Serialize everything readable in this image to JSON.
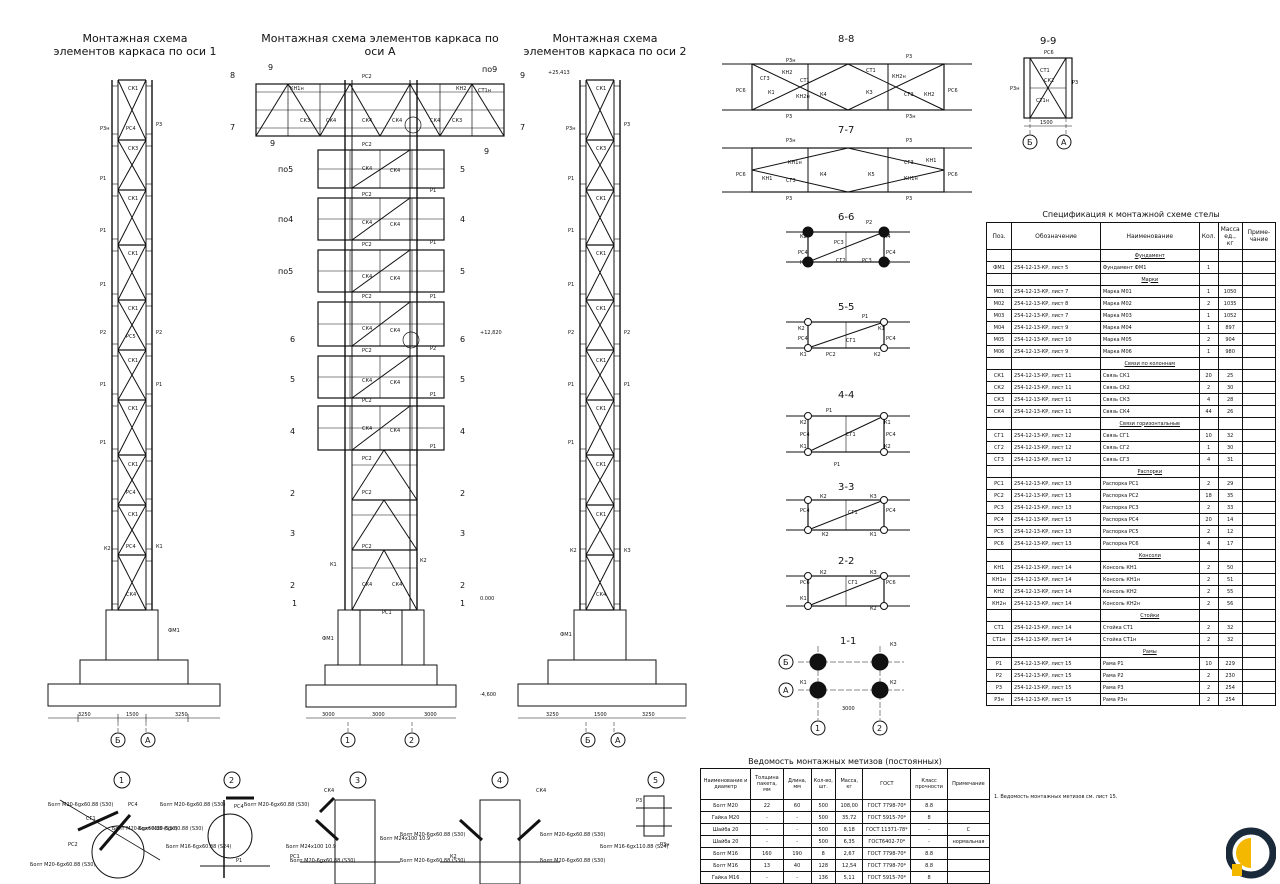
{
  "titles": {
    "axis1": [
      "Монтажная схема",
      "элементов каркаса по оси 1"
    ],
    "axisA": "Монтажная схема элементов каркаса по оси А",
    "axis2": [
      "Монтажная схема",
      "элементов каркаса по оси 2"
    ]
  },
  "sections": [
    "8-8",
    "7-7",
    "6-6",
    "5-5",
    "4-4",
    "3-3",
    "2-2",
    "1-1",
    "9-9"
  ],
  "details": [
    "1",
    "2",
    "3",
    "4",
    "5"
  ],
  "levels": {
    "top": "+25,413",
    "mid": "+12,820",
    "zero": "0.000",
    "bottom": "-4,600"
  },
  "dims": {
    "axis1": [
      "3250",
      "1500",
      "3250"
    ],
    "axisA": [
      "3000",
      "3000",
      "3000"
    ],
    "axis2": [
      "3250",
      "1500",
      "3250"
    ],
    "s99": "1500",
    "s11": "3000"
  },
  "axes": {
    "b": "Б",
    "a": "А",
    "one": "1",
    "two": "2"
  },
  "marks": {
    "ck1": "СК1",
    "ck2": "СК2",
    "ck3": "СК3",
    "ck4": "СК4",
    "p1": "Р1",
    "p2": "Р2",
    "p3": "Р3",
    "p3n": "Р3н",
    "rc1": "РС1",
    "rc2": "РС2",
    "rc3": "РС3",
    "rc4": "РС4",
    "rc5": "РС5",
    "rc6": "РС6",
    "k1": "К1",
    "k2": "К2",
    "k3": "К3",
    "k4": "К4",
    "k5": "К5",
    "kn1": "КН1",
    "kn1n": "КН1н",
    "kn2": "КН2",
    "kn2n": "КН2н",
    "ct1": "СТ1",
    "ct1n": "СТ1н",
    "cg1": "СГ1",
    "cg2": "СГ2",
    "cg3": "СГ3",
    "fm1": "ФМ1",
    "po9": "по9",
    "po5": "по5",
    "po4": "по4"
  },
  "bolt_labels": {
    "b1": "Болт М20-6gх60.88 (S30)",
    "b2": "Болт М16-6gх60.88 (S24)",
    "b3": "Болт М24х100 10.9",
    "b4": "Болт М16-6gх110.88 (S24)"
  },
  "spec": {
    "title": "Спецификация к монтажной схеме стелы",
    "headers": [
      "Поз.",
      "Обозначение",
      "Наименование",
      "Кол.",
      "Масса ед., кг",
      "Приме- чание"
    ],
    "groups": [
      {
        "name": "Фундамент",
        "rows": [
          [
            "ФМ1",
            "254-12-13-КР, лист 5",
            "Фундамент ФМ1",
            "1",
            ""
          ]
        ]
      },
      {
        "name": "Марки",
        "rows": [
          [
            "М01",
            "254-12-13-КР, лист 7",
            "Марка М01",
            "1",
            "1050"
          ],
          [
            "М02",
            "254-12-13-КР, лист 8",
            "Марка М02",
            "2",
            "1035"
          ],
          [
            "М03",
            "254-12-13-КР, лист 7",
            "Марка М03",
            "1",
            "1052"
          ],
          [
            "М04",
            "254-12-13-КР, лист 9",
            "Марка М04",
            "1",
            "897"
          ],
          [
            "М05",
            "254-12-13-КР, лист 10",
            "Марка М05",
            "2",
            "904"
          ],
          [
            "М06",
            "254-12-13-КР, лист 9",
            "Марка М06",
            "1",
            "980"
          ]
        ]
      },
      {
        "name": "Связи по колоннам",
        "rows": [
          [
            "СК1",
            "254-12-13-КР, лист 11",
            "Связь СК1",
            "20",
            "25"
          ],
          [
            "СК2",
            "254-12-13-КР, лист 11",
            "Связь СК2",
            "2",
            "30"
          ],
          [
            "СК3",
            "254-12-13-КР, лист 11",
            "Связь СК3",
            "4",
            "28"
          ],
          [
            "СК4",
            "254-12-13-КР, лист 11",
            "Связь СК4",
            "44",
            "26"
          ]
        ]
      },
      {
        "name": "Связи горизонтальные",
        "rows": [
          [
            "СГ1",
            "254-12-13-КР, лист 12",
            "Связь СГ1",
            "10",
            "32"
          ],
          [
            "СГ2",
            "254-12-13-КР, лист 12",
            "Связь СГ2",
            "1",
            "30"
          ],
          [
            "СГ3",
            "254-12-13-КР, лист 12",
            "Связь СГ3",
            "4",
            "31"
          ]
        ]
      },
      {
        "name": "Распорки",
        "rows": [
          [
            "РС1",
            "254-12-13-КР, лист 13",
            "Распорка РС1",
            "2",
            "29"
          ],
          [
            "РС2",
            "254-12-13-КР, лист 13",
            "Распорка РС2",
            "18",
            "35"
          ],
          [
            "РС3",
            "254-12-13-КР, лист 13",
            "Распорка РС3",
            "2",
            "33"
          ],
          [
            "РС4",
            "254-12-13-КР, лист 13",
            "Распорка РС4",
            "20",
            "14"
          ],
          [
            "РС5",
            "254-12-13-КР, лист 13",
            "Распорка РС5",
            "2",
            "12"
          ],
          [
            "РС6",
            "254-12-13-КР, лист 13",
            "Распорка РС6",
            "4",
            "17"
          ]
        ]
      },
      {
        "name": "Консоли",
        "rows": [
          [
            "КН1",
            "254-12-13-КР, лист 14",
            "Консоль КН1",
            "2",
            "50"
          ],
          [
            "КН1н",
            "254-12-13-КР, лист 14",
            "Консоль КН1н",
            "2",
            "51"
          ],
          [
            "КН2",
            "254-12-13-КР, лист 14",
            "Консоль КН2",
            "2",
            "55"
          ],
          [
            "КН2н",
            "254-12-13-КР, лист 14",
            "Консоль КН2н",
            "2",
            "56"
          ]
        ]
      },
      {
        "name": "Стойки",
        "rows": [
          [
            "СТ1",
            "254-12-13-КР, лист 14",
            "Стойка СТ1",
            "2",
            "32"
          ],
          [
            "СТ1н",
            "254-12-13-КР, лист 14",
            "Стойка СТ1н",
            "2",
            "32"
          ]
        ]
      },
      {
        "name": "Рамы",
        "rows": [
          [
            "Р1",
            "254-12-13-КР, лист 15",
            "Рама Р1",
            "10",
            "229"
          ],
          [
            "Р2",
            "254-12-13-КР, лист 15",
            "Рама Р2",
            "2",
            "230"
          ],
          [
            "Р3",
            "254-12-13-КР, лист 15",
            "Рама Р3",
            "2",
            "254"
          ],
          [
            "Р3н",
            "254-12-13-КР, лист 15",
            "Рама Р3н",
            "2",
            "254"
          ]
        ]
      }
    ]
  },
  "bolts": {
    "title": "Ведомость монтажных метизов (постоянных)",
    "headers": [
      "Наименование и диаметр",
      "Толщина пакета, мм",
      "Длина, мм",
      "Кол-во, шт.",
      "Масса, кг",
      "ГОСТ",
      "Класс прочности",
      "Примечание"
    ],
    "rows": [
      [
        "Болт М20",
        "22",
        "60",
        "500",
        "108,00",
        "ГОСТ 7798-70*",
        "8.8",
        ""
      ],
      [
        "Гайка М20",
        "-",
        "-",
        "500",
        "35,72",
        "ГОСТ 5915-70*",
        "8",
        ""
      ],
      [
        "Шайба 20",
        "-",
        "-",
        "500",
        "8,18",
        "ГОСТ 11371-78*",
        "-",
        "С"
      ],
      [
        "Шайба 20",
        "-",
        "-",
        "500",
        "6,35",
        "ГОСТ6402-70*",
        "-",
        "нормальная"
      ],
      [
        "Болт М16",
        "160",
        "190",
        "8",
        "2,67",
        "ГОСТ 7798-70*",
        "8.8",
        ""
      ],
      [
        "Болт М16",
        "13",
        "40",
        "128",
        "12,54",
        "ГОСТ 7798-70*",
        "8.8",
        ""
      ],
      [
        "Гайка М16",
        "-",
        "-",
        "136",
        "5,11",
        "ГОСТ 5915-70*",
        "8",
        ""
      ]
    ],
    "note": "1. Ведомость монтажных метизов см. лист 15."
  }
}
